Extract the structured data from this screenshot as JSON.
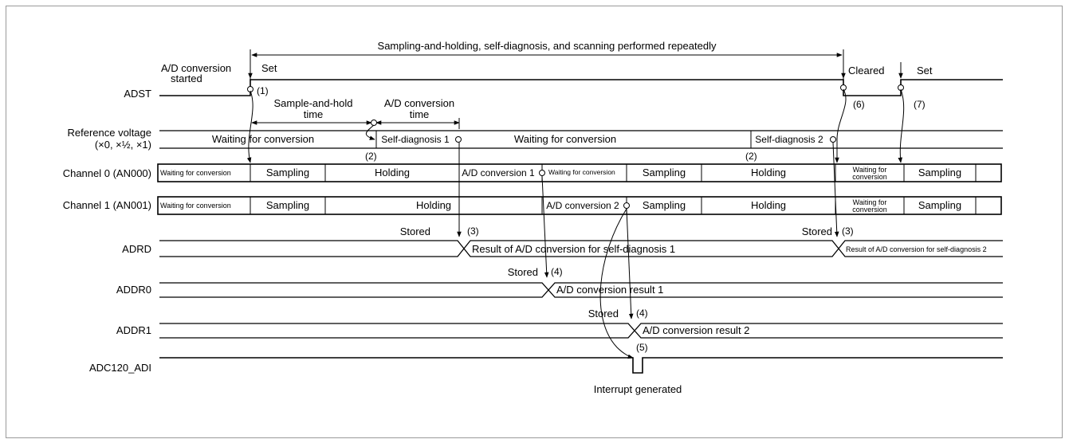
{
  "signals": {
    "adst": "ADST",
    "ref_voltage_line1": "Reference voltage",
    "ref_voltage_line2": "(×0, ×½, ×1)",
    "ch0": "Channel 0 (AN000)",
    "ch1": "Channel 1 (AN001)",
    "adrd": "ADRD",
    "addr0": "ADDR0",
    "addr1": "ADDR1",
    "adi": "ADC120_ADI"
  },
  "annotations": {
    "repeat_span": "Sampling-and-holding, self-diagnosis, and scanning performed repeatedly",
    "ad_started_1": "A/D conversion",
    "ad_started_2": "started",
    "set_1": "Set",
    "set_2": "Set",
    "cleared": "Cleared",
    "step1": "(1)",
    "step2a": "(2)",
    "step2b": "(2)",
    "step3a": "(3)",
    "step3b": "(3)",
    "step4a": "(4)",
    "step4b": "(4)",
    "step5": "(5)",
    "step6": "(6)",
    "step7": "(7)",
    "sample_hold_1": "Sample-and-hold",
    "sample_hold_2": "time",
    "ad_time_1": "A/D conversion",
    "ad_time_2": "time",
    "stored_1": "Stored",
    "stored_2": "Stored",
    "stored_3": "Stored",
    "stored_4": "Stored",
    "interrupt": "Interrupt generated"
  },
  "ref_voltage_states": {
    "waiting_1": "Waiting for conversion",
    "selfdiag_1": "Self-diagnosis 1",
    "waiting_2": "Waiting for conversion",
    "selfdiag_2": "Self-diagnosis 2"
  },
  "ch0_states": {
    "s1": "Waiting for conversion",
    "s2": "Sampling",
    "s3": "Holding",
    "s4": "A/D conversion 1",
    "s5": "Waiting for conversion",
    "s6": "Sampling",
    "s7": "Holding",
    "s8_1": "Waiting for",
    "s8_2": "conversion",
    "s9": "Sampling"
  },
  "ch1_states": {
    "s1": "Waiting for conversion",
    "s2": "Sampling",
    "s3": "Holding",
    "s4": "A/D conversion 2",
    "s5": "Sampling",
    "s6": "Holding",
    "s7_1": "Waiting for",
    "s7_2": "conversion",
    "s8": "Sampling"
  },
  "register_values": {
    "adrd_1": "Result of A/D conversion for self-diagnosis 1",
    "adrd_2": "Result of A/D conversion for self-diagnosis 2",
    "addr0": "A/D conversion result 1",
    "addr1": "A/D conversion result 2"
  }
}
